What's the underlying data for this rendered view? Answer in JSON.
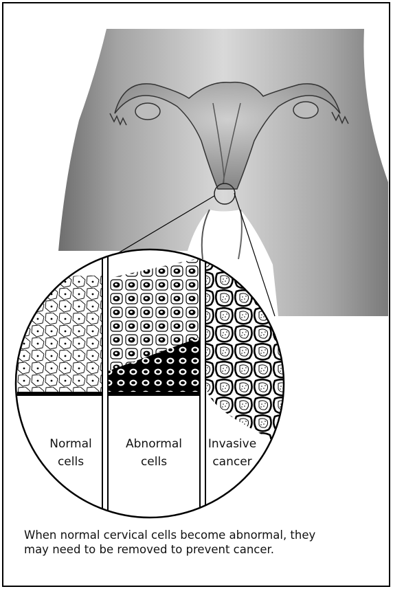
{
  "labels": {
    "normal_line1": "Normal",
    "normal_line2": "cells",
    "abnormal_line1": "Abnormal",
    "abnormal_line2": "cells",
    "invasive_line1": "Invasive",
    "invasive_line2": "cancer"
  },
  "caption": {
    "line1": "When normal cervical cells become abnormal, they",
    "line2": "may need to be removed to prevent cancer."
  },
  "icons": {
    "body": "pelvic-torso-illustration",
    "organs": "uterus-ovaries-illustration",
    "magnifier": "magnified-cervical-cells-circle"
  }
}
